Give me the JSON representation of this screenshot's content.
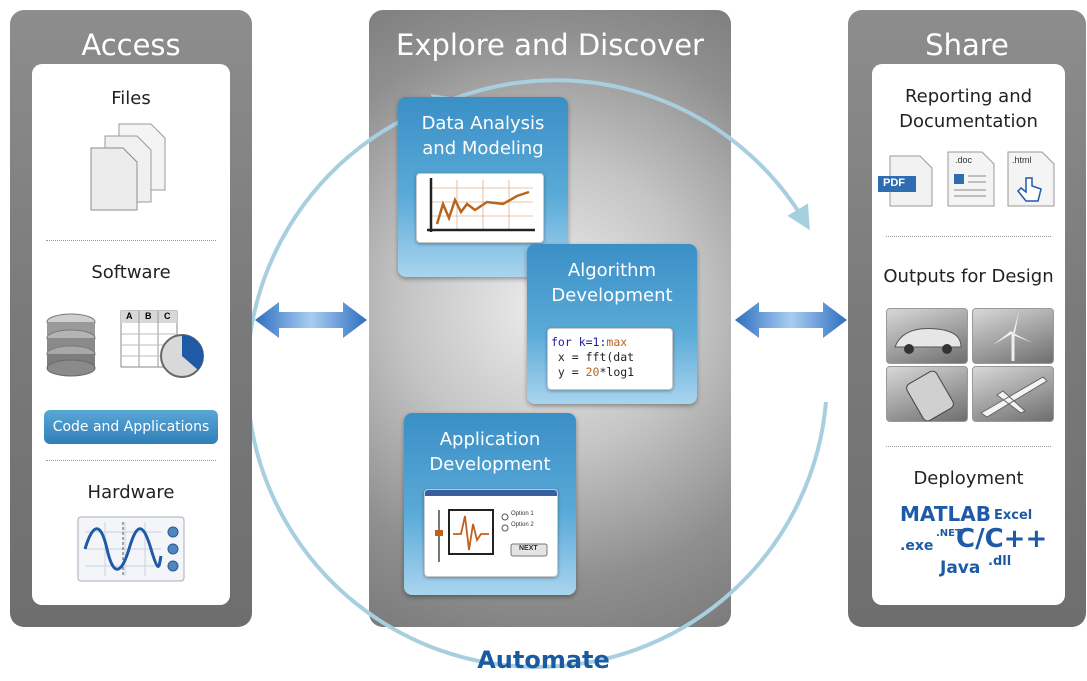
{
  "access": {
    "title": "Access",
    "files_label": "Files",
    "software_label": "Software",
    "code_apps_label": "Code and Applications",
    "hardware_label": "Hardware",
    "table_headers": [
      "A",
      "B",
      "C"
    ]
  },
  "explore": {
    "title": "Explore and Discover",
    "card1": "Data Analysis\nand Modeling",
    "card2": "Algorithm\nDevelopment",
    "card3": "Application\nDevelopment",
    "code_lines": {
      "l1a": "for k=1:",
      "l1b": "max",
      "l2": " x = fft(dat",
      "l3a": " y = ",
      "l3b": "20",
      "l3c": "*log1"
    },
    "app_options": [
      "Option 1",
      "Option 2"
    ],
    "app_next": "NEXT"
  },
  "share": {
    "title": "Share",
    "reporting_label": "Reporting and\nDocumentation",
    "doc_icons": [
      "PDF",
      ".doc",
      ".html"
    ],
    "outputs_label": "Outputs for Design",
    "deployment_label": "Deployment",
    "deploy_terms": {
      "matlab": "MATLAB",
      "excel": "Excel",
      "net": ".NET",
      "exe": ".exe",
      "cpp": "C/C++",
      "java": "Java",
      "dll": ".dll"
    }
  },
  "automate_label": "Automate",
  "colors": {
    "panel": "#7f7f7f",
    "card_blue": "#3a8fc6",
    "arrow_blue": "#3f7fc8",
    "loop": "#a8cfe0",
    "text_blue": "#1f5aa6"
  }
}
